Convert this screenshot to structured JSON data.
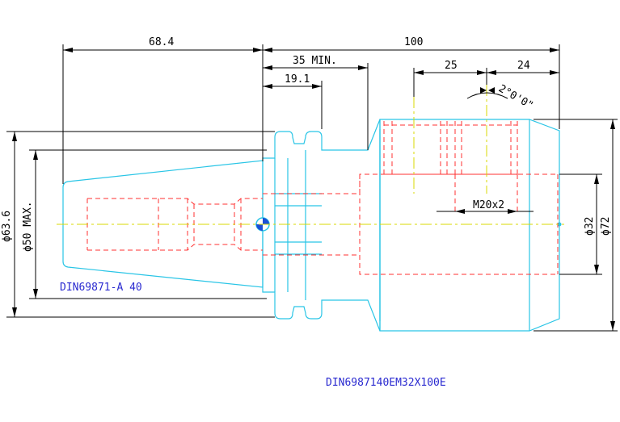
{
  "dimensions": {
    "overall_length_left": "68.4",
    "overall_length_right": "100",
    "min_insert": "35 MIN.",
    "flange_offset": "19.1",
    "dim_25": "25",
    "dim_24": "24",
    "thread": "M20x2",
    "angle": "2°0'0\"",
    "dia_63_6": "ϕ63.6",
    "dia_50": "ϕ50 MAX.",
    "dia_32": "ϕ32",
    "dia_72": "ϕ72"
  },
  "labels": {
    "taper_standard": "DIN69871-A 40",
    "part_number": "DIN6987140EM32X100E"
  },
  "colors": {
    "outline": "#29c5e6",
    "hidden": "#ff3030",
    "centerline": "#d8d800",
    "dimension": "#000000",
    "annotation": "#2a2ad0"
  }
}
